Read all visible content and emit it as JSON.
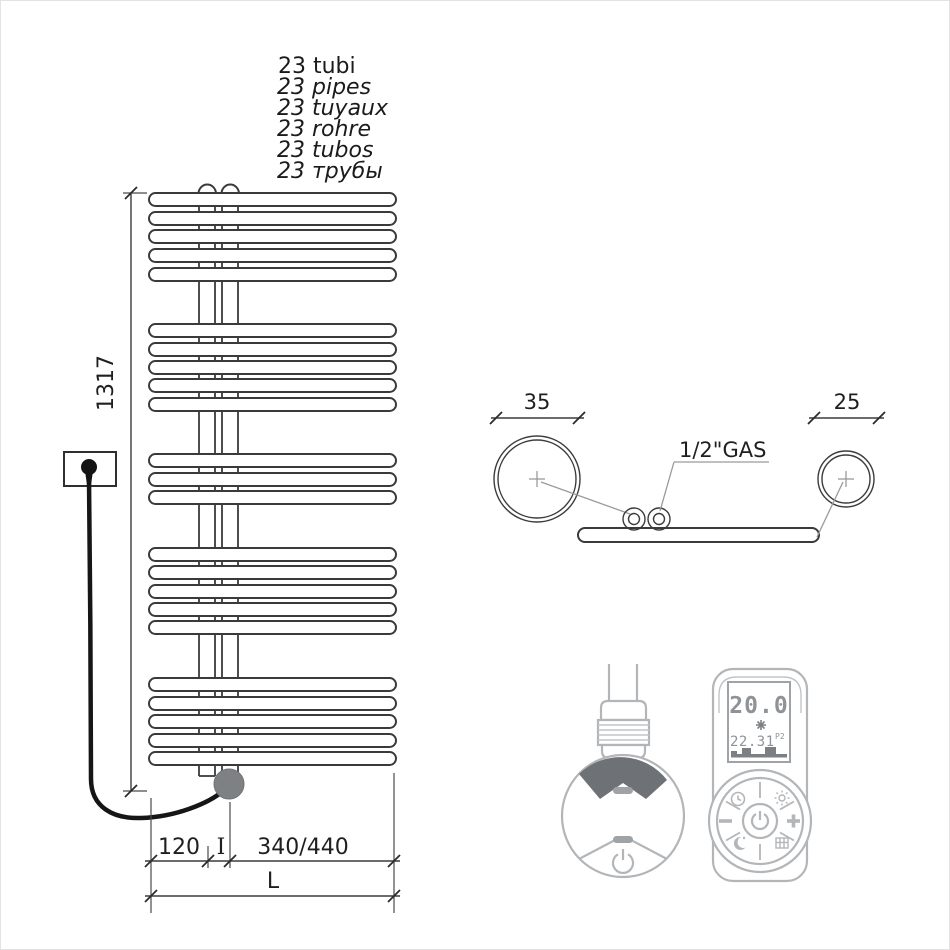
{
  "pipes_label": {
    "lines": [
      "23 tubi",
      "23 pipes",
      "23 tuyaux",
      "23 rohre",
      "23 tubos",
      "23 трубы"
    ]
  },
  "dimensions": {
    "height": "1317",
    "side_offset": "120",
    "interaxis": "I",
    "width_options": "340/440",
    "total_width": "L",
    "collector_diameter": "35",
    "pipe_diameter": "25",
    "connection": "1/2\"GAS"
  },
  "radiator": {
    "total_pipes": 23,
    "pipe_groups": [
      5,
      5,
      3,
      5,
      5
    ]
  },
  "remote": {
    "lcd": {
      "temperature": "20.0",
      "time": "22.31",
      "program": "P2"
    }
  },
  "colors": {
    "line_art": "#2f2f2f",
    "accessory_gray": "#b3b6b9",
    "knob_sector": "#6e7276",
    "element_fill": "#7e8184",
    "lcd_text": "#8f9397",
    "background": "#ffffff"
  }
}
